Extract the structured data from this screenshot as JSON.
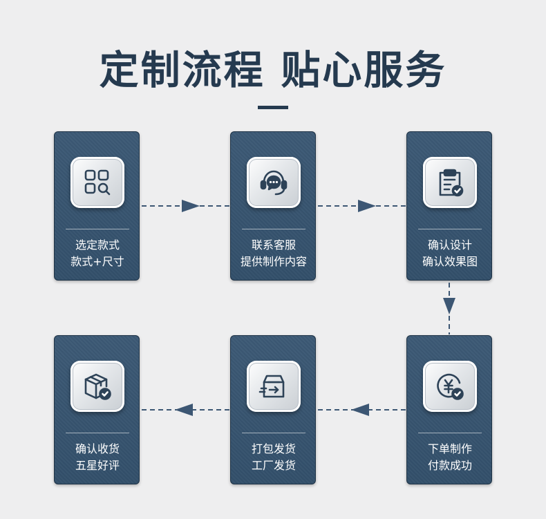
{
  "title": "定制流程 贴心服务",
  "steps": [
    {
      "line1": "选定款式",
      "line2": "款式+尺寸",
      "icon": "grid-search-icon"
    },
    {
      "line1": "联系客服",
      "line2": "提供制作内容",
      "icon": "headset-chat-icon"
    },
    {
      "line1": "确认设计",
      "line2": "确认效果图",
      "icon": "clipboard-check-icon"
    },
    {
      "line1": "下单制作",
      "line2": "付款成功",
      "icon": "yen-coin-check-icon"
    },
    {
      "line1": "打包发货",
      "line2": "工厂发货",
      "icon": "delivery-box-icon"
    },
    {
      "line1": "确认收货",
      "line2": "五星好评",
      "icon": "package-check-icon"
    }
  ],
  "colors": {
    "background": "#eeeeef",
    "title": "#253a4f",
    "card": "#3a5571",
    "connector": "#3c5673"
  }
}
